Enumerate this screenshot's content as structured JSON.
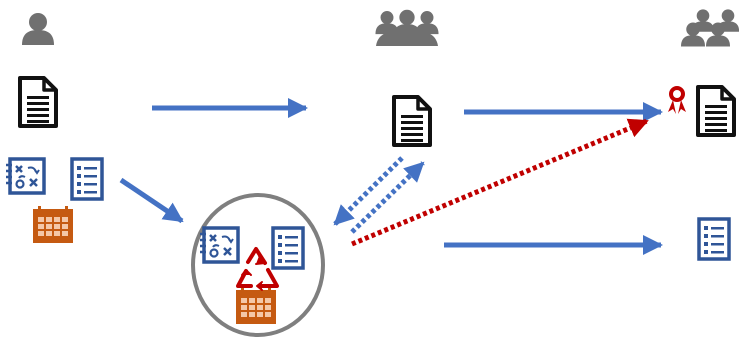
{
  "colors": {
    "person_gray": "#707070",
    "arrow_blue": "#4472c4",
    "arrow_red": "#c00000",
    "icon_blue": "#2f5597",
    "calendar_orange": "#c55a11",
    "circle_gray": "#7f7f7f",
    "doc_black": "#111111",
    "badge_red": "#c00000"
  },
  "icons": [
    "single-person-icon",
    "group-icon",
    "large-group-icon",
    "document-icon",
    "strategy-board-icon",
    "checklist-icon",
    "calendar-icon",
    "recycle-icon",
    "award-ribbon-icon"
  ],
  "arrows": {
    "solid": [
      "person-document-to-group-document",
      "individual-artifacts-to-reuse-pool",
      "group-document-to-organization-document",
      "reuse-pool-to-organization-checklist"
    ],
    "dotted": [
      "group-document-reuse-pool-exchange",
      "reuse-pool-to-organization-document"
    ]
  }
}
